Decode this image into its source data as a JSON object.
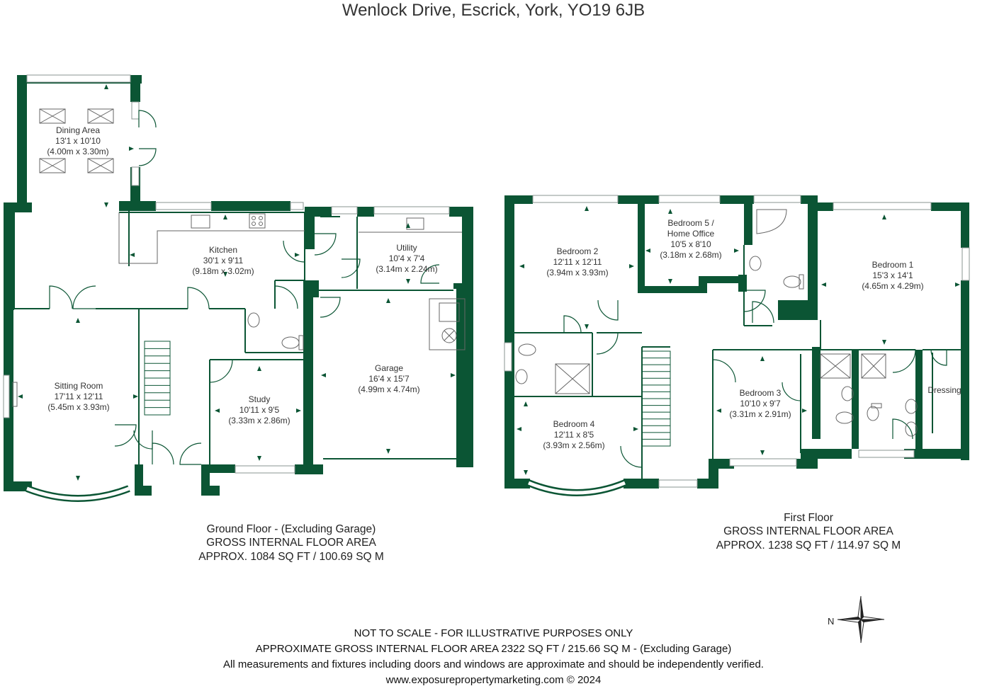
{
  "title": "Wenlock Drive, Escrick, York, YO19 6JB",
  "colors": {
    "wall": "#0b5534",
    "fixture": "#555555",
    "window": "#9aa3a0"
  },
  "rooms": {
    "dining": [
      "Dining Area",
      "13'1 x 10'10",
      "(4.00m x 3.30m)"
    ],
    "kitchen": [
      "Kitchen",
      "30'1 x 9'11",
      "(9.18m x 3.02m)"
    ],
    "utility": [
      "Utility",
      "10'4 x 7'4",
      "(3.14m x 2.24m)"
    ],
    "sitting": [
      "Sitting Room",
      "17'11 x 12'11",
      "(5.45m x 3.93m)"
    ],
    "study": [
      "Study",
      "10'11 x 9'5",
      "(3.33m x 2.86m)"
    ],
    "garage": [
      "Garage",
      "16'4 x 15'7",
      "(4.99m x 4.74m)"
    ],
    "bedroom2": [
      "Bedroom 2",
      "12'11 x 12'11",
      "(3.94m x 3.93m)"
    ],
    "bedroom5": [
      "Bedroom 5 /",
      "Home Office",
      "10'5 x 8'10",
      "(3.18m x 2.68m)"
    ],
    "bedroom1": [
      "Bedroom 1",
      "15'3 x 14'1",
      "(4.65m x 4.29m)"
    ],
    "bedroom4": [
      "Bedroom 4",
      "12'11 x 8'5",
      "(3.93m x 2.56m)"
    ],
    "bedroom3": [
      "Bedroom 3",
      "10'10 x 9'7",
      "(3.31m x 2.91m)"
    ],
    "dressing": [
      "Dressing"
    ]
  },
  "ground_summary": [
    "Ground Floor - (Excluding Garage)",
    "GROSS INTERNAL FLOOR AREA",
    "APPROX. 1084 SQ FT / 100.69 SQ M"
  ],
  "first_summary": [
    "First Floor",
    "GROSS INTERNAL FLOOR AREA",
    "APPROX. 1238 SQ FT / 114.97 SQ M"
  ],
  "compass_label": "N",
  "footer": [
    "NOT TO SCALE - FOR ILLUSTRATIVE PURPOSES ONLY",
    "APPROXIMATE GROSS INTERNAL FLOOR AREA 2322 SQ FT / 215.66 SQ M - (Excluding Garage)",
    "All measurements and fixtures including doors and windows are approximate and should be independently verified.",
    "www.exposurepropertymarketing.com © 2024"
  ]
}
